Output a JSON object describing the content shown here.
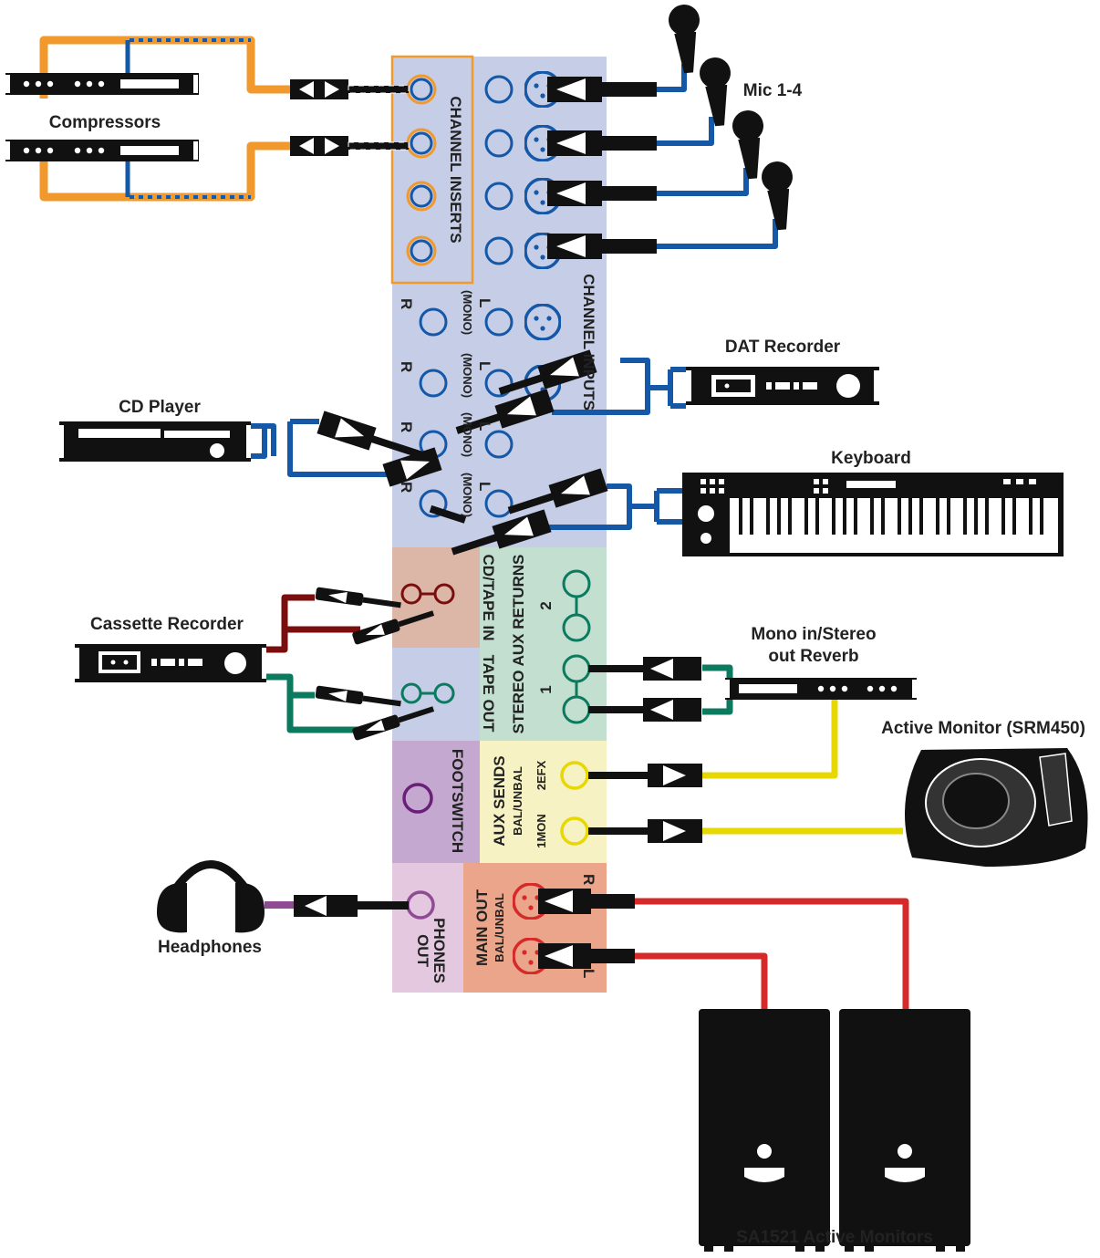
{
  "devices": {
    "compressors": "Compressors",
    "mics": "Mic 1-4",
    "dat": "DAT Recorder",
    "cd": "CD Player",
    "keyboard": "Keyboard",
    "cassette": "Cassette Recorder",
    "reverb_l1": "Mono in/Stereo",
    "reverb_l2": "out Reverb",
    "active_monitor": "Active Monitor (SRM450)",
    "headphones": "Headphones",
    "sa_monitors": "SA1521 Active Monitors"
  },
  "panel": {
    "channel_inserts": "CHANNEL INSERTS",
    "channel_inputs": "CHANNEL INPUTS",
    "l": "L",
    "r": "R",
    "mono": "(MONO)",
    "cd_tape_in": "CD/TAPE IN",
    "tape_out": "TAPE OUT",
    "stereo_aux_returns": "STEREO AUX RETURNS",
    "ret_1": "1",
    "ret_2": "2",
    "footswitch": "FOOTSWITCH",
    "aux_sends": "AUX SENDS",
    "bal_unbal": "BAL/UNBAL",
    "send_1": "1MON",
    "send_2": "2EFX",
    "phones_out_1": "PHONES",
    "phones_out_2": "OUT",
    "main_out": "MAIN OUT"
  },
  "colors": {
    "panel_blue": "#c5cee6",
    "cable_blue": "#1558a8",
    "cable_orange": "#f2992e",
    "cable_maroon": "#7a0e0e",
    "cable_green": "#0b7a5e",
    "cable_yellow": "#e6d800",
    "cable_red": "#d62a2a",
    "cable_purple": "#8f4c94",
    "insert_outline": "#f2992e"
  }
}
